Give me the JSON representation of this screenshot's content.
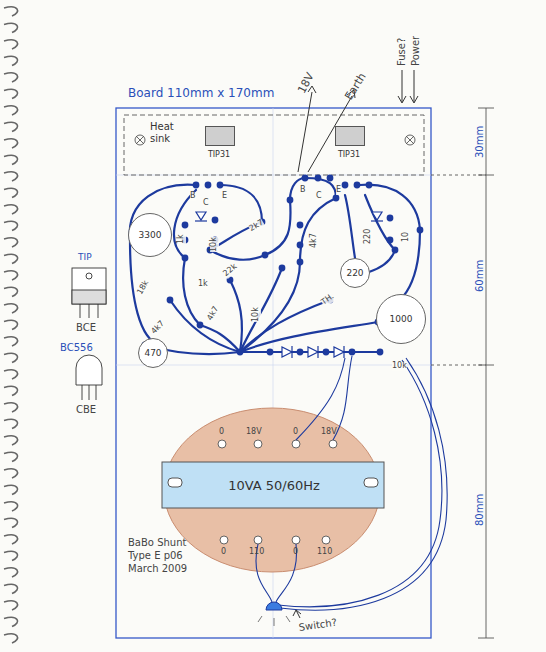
{
  "diagram": {
    "nodes": [
      {
        "text": [
          "Board 110mm x 170mm"
        ]
      },
      {
        "text": [
          "Heat sink"
        ],
        "in": 0
      },
      {
        "text": [
          "TIP31"
        ],
        "in": 1
      },
      {
        "text": [
          "TIP31"
        ],
        "in": 1
      },
      {
        "text": [
          "3300"
        ],
        "in": 0
      },
      {
        "text": [
          "220"
        ],
        "in": 0
      },
      {
        "text": [
          "1000"
        ],
        "in": 0
      },
      {
        "text": [
          "470"
        ],
        "in": 0
      },
      {
        "text": [
          "10VA 50/60Hz"
        ],
        "in": 0
      }
    ],
    "labels": [
      "18V",
      "Earth",
      "Fuse?",
      "Power",
      "30mm",
      "60mm",
      "80mm",
      "TIP",
      "BCE",
      "BC556",
      "CBE",
      "B",
      "E",
      "C",
      "B",
      "E",
      "C",
      "1k",
      "10k",
      "2k7",
      "1k",
      "22k",
      "4k7",
      "10k",
      "4k7",
      "18k",
      "4k7",
      "220",
      "10",
      "TH.",
      "10k",
      "0",
      "18V",
      "0",
      "18V",
      "0",
      "110",
      "0",
      "110",
      "BaBo Shunt Type E p06 March 2009",
      "Switch?"
    ]
  }
}
